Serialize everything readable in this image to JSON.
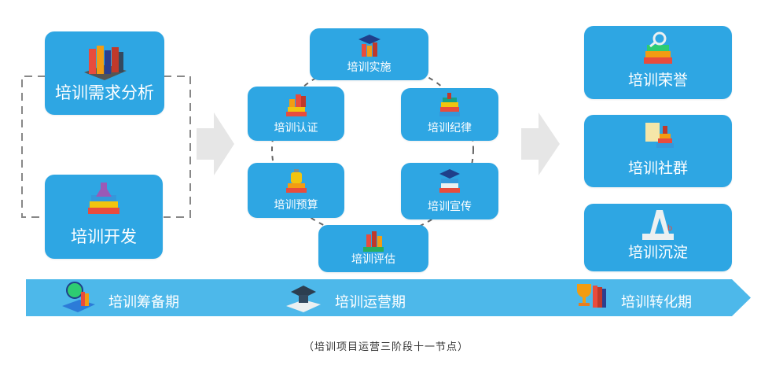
{
  "stage1": {
    "needs_analysis": "培训需求分析",
    "development": "培训开发"
  },
  "stage2": {
    "implementation": "培训实施",
    "certification": "培训认证",
    "discipline": "培训纪律",
    "budget": "培训预算",
    "publicity": "培训宣传",
    "evaluation": "培训评估"
  },
  "stage3": {
    "honor": "培训荣誉",
    "community": "培训社群",
    "deposit": "培训沉淀"
  },
  "timeline": {
    "prep": "培训筹备期",
    "operation": "培训运营期",
    "transform": "培训转化期"
  },
  "caption": "（培训项目运营三阶段十一节点）",
  "colors": {
    "box": "#2ea6e3",
    "banner": "#4db8ea",
    "arrow": "#e8e8e8",
    "dashed": "#888888"
  }
}
